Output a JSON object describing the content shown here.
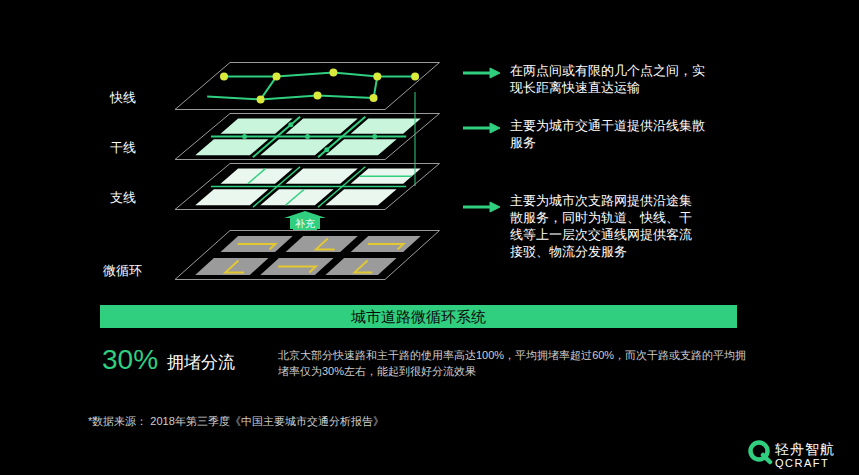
{
  "diagram": {
    "nodes": [
      {
        "text": [
          "快线"
        ]
      },
      {
        "text": [
          "干线"
        ]
      },
      {
        "text": [
          "支线"
        ]
      },
      {
        "text": [
          "微循环"
        ]
      },
      {
        "text": [
          "城市道路微循环系统"
        ]
      }
    ],
    "edges": [
      {
        "from": 3,
        "to": 2,
        "arrow": "to",
        "label": "补充"
      }
    ],
    "labels": [
      "在两点间或有限的几个点之间，实现长距离快速直达运输",
      "主要为城市交通干道提供沿线集散服务",
      "主要为城市次支路网提供沿途集散服务，同时为轨道、快线、干线等上一层次交通线网提供客流接驳、物流分发服务",
      "30%",
      "拥堵分流",
      "北京大部分快速路和主干路的使用率高达100%，平均拥堵率超过60%，而次干路或支路的平均拥堵率仅为30%左右，能起到很好分流效果",
      "*数据来源： 2018年第三季度《中国主要城市交通分析报告》",
      "轻舟智航",
      "QCRAFT"
    ]
  }
}
